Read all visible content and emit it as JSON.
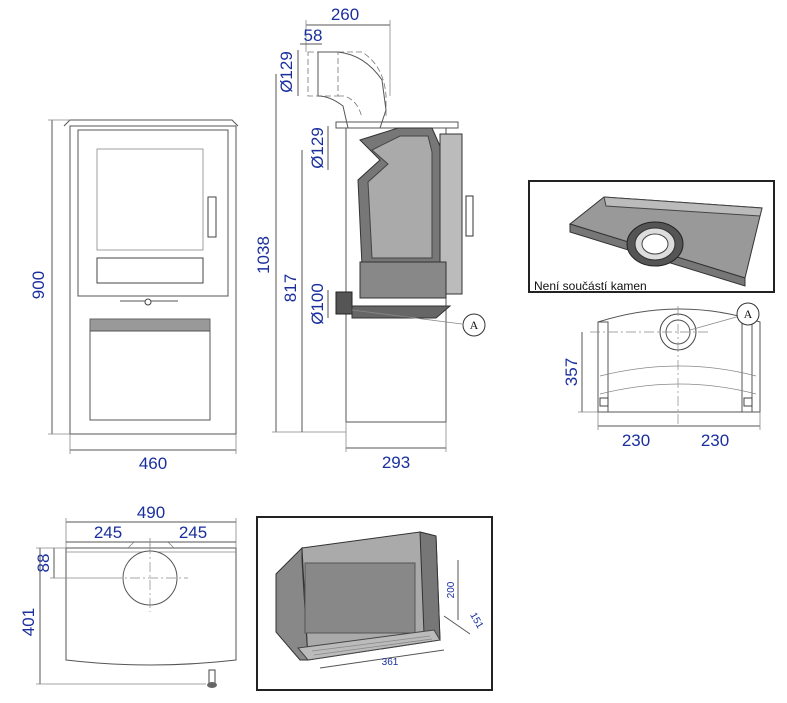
{
  "dims": {
    "front_height": "900",
    "front_width": "460",
    "side_total_height": "1038",
    "side_outlet_height": "817",
    "side_depth": "293",
    "top_outlet_offset": "260",
    "top_outlet_gap": "58",
    "outlet_dia_top": "Ø129",
    "outlet_dia_mid": "Ø129",
    "inlet_dia": "Ø100",
    "plan_width": "490",
    "plan_half_left": "245",
    "plan_half_right": "245",
    "plan_depth": "401",
    "plan_offset": "88",
    "rear_height": "357",
    "rear_half_left": "230",
    "rear_half_right": "230",
    "firebox_height": "200",
    "firebox_depth": "151",
    "firebox_width": "361"
  },
  "labels": {
    "callout_a1": "A",
    "callout_a2": "A",
    "note": "Není součástí kamen"
  }
}
